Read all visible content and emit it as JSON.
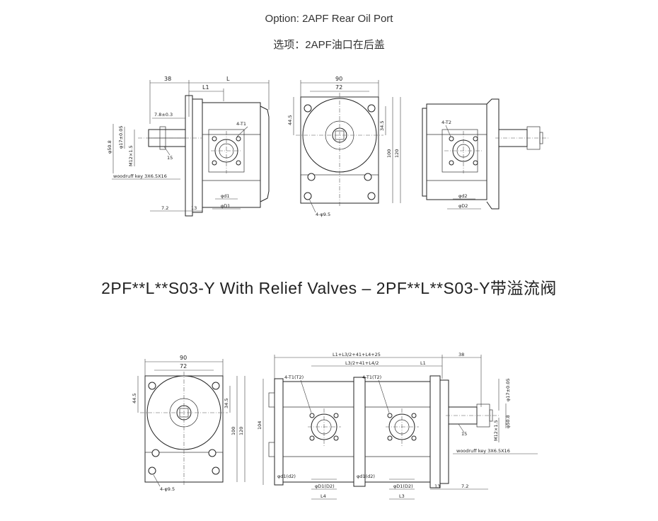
{
  "captions": {
    "option_en": "Option: 2APF Rear Oil Port",
    "option_cn": "选项：2APF油口在后盖"
  },
  "section": {
    "heading": "2PF**L**S03-Y With Relief Valves – 2PF**L**S03-Y带溢流阀"
  },
  "top_drawing": {
    "side": {
      "dim_38": "38",
      "dim_L": "L",
      "dim_L1": "L1",
      "dim_shaft_len": "7.8±0.3",
      "dim_thread": "4-T1",
      "dim_d17": "φ17±0.05",
      "dim_m12": "M12×1.5",
      "dim_15": "15",
      "dim_bore": "φ50.8",
      "woodruff": "woodruff key 3X6.5X16",
      "dim_72": "7.2",
      "dim_13": "13",
      "dim_dl1": "φd1",
      "dim_D1": "φD1"
    },
    "front": {
      "dim_90": "90",
      "dim_72": "72",
      "dim_445": "44.5",
      "dim_345": "34.5",
      "dim_100": "100",
      "dim_120": "120",
      "holes": "4-φ9.5"
    },
    "rear": {
      "dim_thread": "4-T2",
      "dim_d2": "φd2",
      "dim_D2": "φD2"
    }
  },
  "bottom_drawing": {
    "front": {
      "dim_90": "90",
      "dim_72": "72",
      "dim_445": "44.5",
      "dim_345": "34.5",
      "dim_100": "100",
      "dim_120": "120",
      "holes": "4-φ9.5"
    },
    "side": {
      "dim_total": "L1+L3/2+41+L4+25",
      "dim_mid": "L3/2+41+L4/2",
      "dim_L1": "L1",
      "dim_38": "38",
      "thread_a": "4-T1(T2)",
      "thread_b": "4-T1(T2)",
      "dim_104": "104",
      "dim_d17": "φ17±0.05",
      "dim_m12": "M12×1.5",
      "dim_bore": "φ50.8",
      "dim_15": "15",
      "woodruff": "woodruff key 3X6.5X16",
      "port_a1": "φd1(d2)",
      "port_a2": "φD1(D2)",
      "port_a_len": "L4",
      "port_b1": "φd1(d2)",
      "port_b2": "φD1(D2)",
      "port_b_len": "L3",
      "dim_13": "13",
      "dim_72": "7.2"
    }
  }
}
